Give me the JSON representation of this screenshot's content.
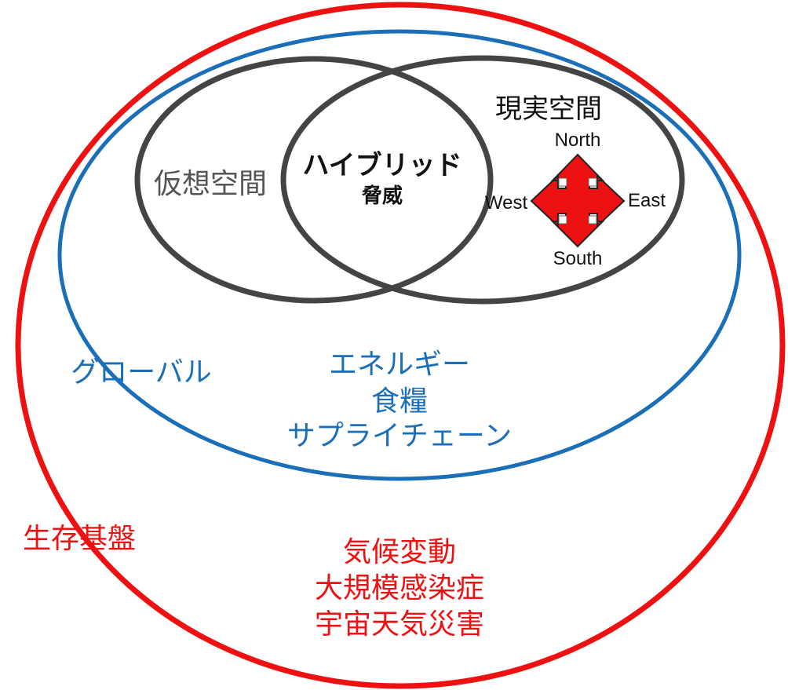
{
  "colors": {
    "red": "#ee1111",
    "blue": "#1a6fb8",
    "gray": "#444444",
    "text_gray": "#555555",
    "text_black": "#111111"
  },
  "labels": {
    "virtual_space": "仮想空間",
    "hybrid_line1": "ハイブリッド",
    "hybrid_line2": "脅威",
    "real_space": "現実空間",
    "north": "North",
    "south": "South",
    "east": "East",
    "west": "West",
    "global": "グローバル",
    "global_items": [
      "エネルギー",
      "食糧",
      "サプライチェーン"
    ],
    "foundation": "生存基盤",
    "foundation_items": [
      "気候変動",
      "大規模感染症",
      "宇宙天気災害"
    ]
  },
  "icons": {
    "compass": "four-way-arrow-icon"
  }
}
